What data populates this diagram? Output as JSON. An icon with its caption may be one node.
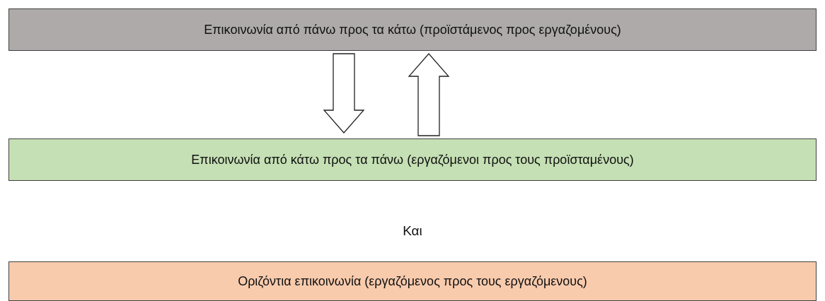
{
  "diagram": {
    "nodes": [
      {
        "text": [
          "Επικοινωνία από πάνω προς τα κάτω (προϊστάμενος προς εργαζομένους)"
        ]
      },
      {
        "text": [
          "Επικοινωνία από κάτω προς τα πάνω (εργαζόμενοι προς τους προϊσταμένους)"
        ]
      },
      {
        "text": [
          "Οριζόντια επικοινωνία (εργαζόμενος προς τους εργαζόμενους)"
        ]
      }
    ],
    "edges": [
      {
        "from": 0,
        "to": 1,
        "arrow": "to"
      },
      {
        "from": 1,
        "to": 0,
        "arrow": "to"
      }
    ],
    "labels": [
      "Και"
    ]
  }
}
